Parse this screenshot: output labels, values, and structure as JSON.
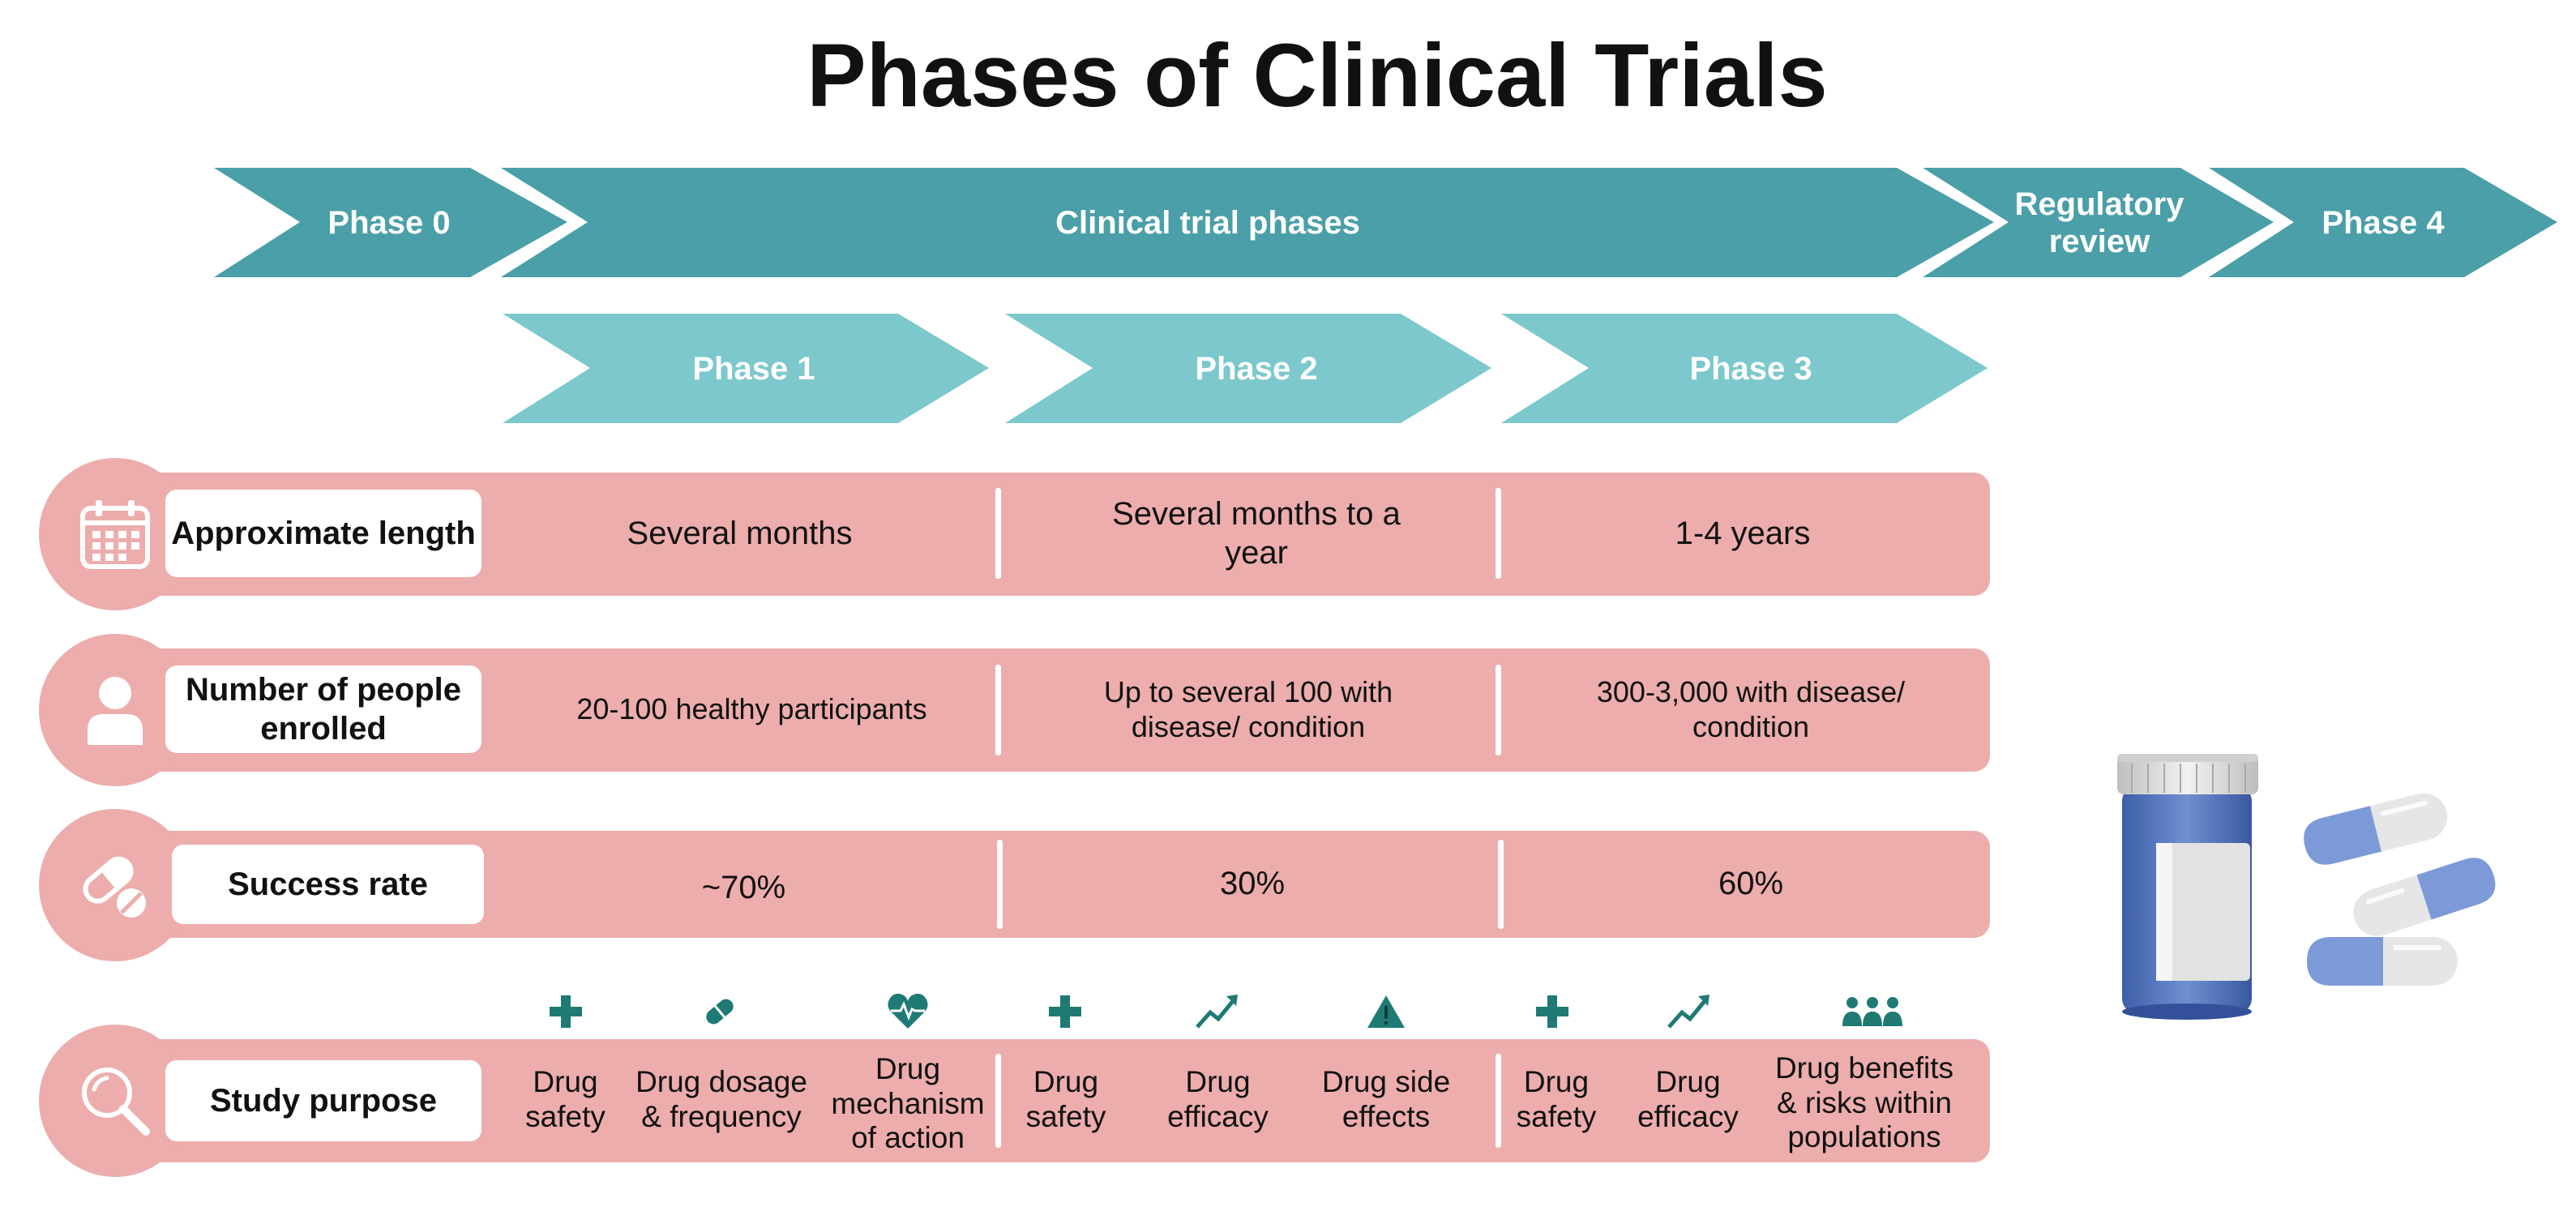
{
  "title": "Phases of Clinical Trials",
  "top_arrows": [
    {
      "label": "Phase 0"
    },
    {
      "label": "Clinical trial phases"
    },
    {
      "label": "Regulatory review"
    },
    {
      "label": "Phase 4"
    }
  ],
  "sub_arrows": [
    {
      "label": "Phase 1"
    },
    {
      "label": "Phase 2"
    },
    {
      "label": "Phase 3"
    }
  ],
  "rows": [
    {
      "label": "Approximate length",
      "icon": "calendar-icon",
      "cells": [
        "Several months",
        "Several months to a year",
        "1-4 years"
      ]
    },
    {
      "label": "Number of people enrolled",
      "icon": "person-icon",
      "cells": [
        "20-100 healthy participants",
        "Up to several 100 with disease/ condition",
        "300-3,000 with disease/ condition"
      ]
    },
    {
      "label": "Success rate",
      "icon": "pills-icon",
      "cells": [
        "~70%",
        "30%",
        "60%"
      ]
    }
  ],
  "purpose": {
    "label": "Study purpose",
    "icon": "magnifier-icon",
    "items": [
      {
        "text": "Drug safety",
        "icon": "plus-icon"
      },
      {
        "text": "Drug dosage & frequency",
        "icon": "pill-icon"
      },
      {
        "text": "Drug mechanism of action",
        "icon": "heart-pulse-icon"
      },
      {
        "text": "Drug safety",
        "icon": "plus-icon"
      },
      {
        "text": "Drug efficacy",
        "icon": "trend-up-icon"
      },
      {
        "text": "Drug side effects",
        "icon": "warning-icon"
      },
      {
        "text": "Drug safety",
        "icon": "plus-icon"
      },
      {
        "text": "Drug efficacy",
        "icon": "trend-up-icon"
      },
      {
        "text": "Drug benefits & risks within populations",
        "icon": "people-icon"
      }
    ]
  },
  "colors": {
    "top_arrow": "#4a9fa8",
    "sub_arrow": "#7cc8cc",
    "band": "#edadad",
    "icon_teal": "#1f7a74"
  }
}
